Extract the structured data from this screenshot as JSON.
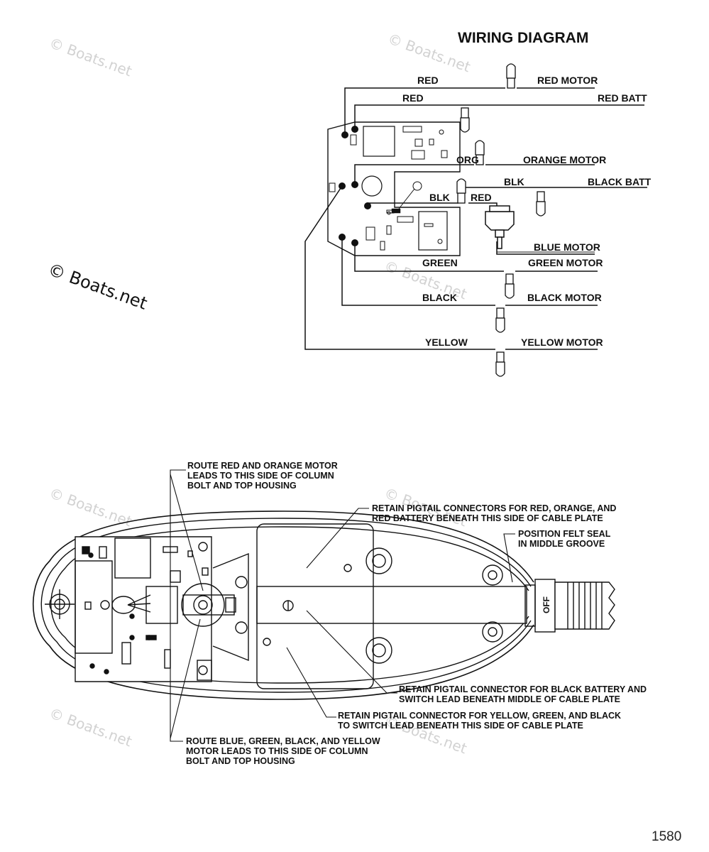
{
  "title": "WIRING DIAGRAM",
  "page_number": "1580",
  "watermark": "© Boats.net",
  "wires": {
    "red_top": "RED",
    "red_motor": "RED MOTOR",
    "red_second": "RED",
    "red_batt": "RED BATT",
    "org": "ORG",
    "orange_motor": "ORANGE MOTOR",
    "blk_upper": "BLK",
    "black_batt": "BLACK BATT",
    "blk_lower": "BLK",
    "red_lower": "RED",
    "blue_motor": "BLUE MOTOR",
    "green": "GREEN",
    "green_motor": "GREEN MOTOR",
    "black": "BLACK",
    "black_motor": "BLACK MOTOR",
    "yellow": "YELLOW",
    "yellow_motor": "YELLOW MOTOR"
  },
  "switch_label": "OFF",
  "notes": {
    "route_red": [
      "ROUTE RED AND ORANGE MOTOR",
      "LEADS TO THIS SIDE OF COLUMN",
      "BOLT AND TOP HOUSING"
    ],
    "retain_red": [
      "RETAIN PIGTAIL CONNECTORS FOR  RED, ORANGE, AND",
      "RED BATTERY BENEATH THIS SIDE OF CABLE PLATE"
    ],
    "felt_seal": [
      "POSITION FELT SEAL",
      "IN MIDDLE GROOVE"
    ],
    "retain_black": [
      "RETAIN PIGTAIL CONNECTOR FOR BLACK BATTERY AND",
      "SWITCH LEAD BENEATH MIDDLE OF CABLE PLATE"
    ],
    "retain_yellow": [
      "RETAIN PIGTAIL CONNECTOR FOR YELLOW, GREEN, AND BLACK",
      "TO SWITCH LEAD BENEATH THIS SIDE OF CABLE PLATE"
    ],
    "route_blue": [
      "ROUTE BLUE, GREEN, BLACK, AND YELLOW",
      "MOTOR LEADS TO THIS SIDE OF COLUMN",
      "BOLT AND TOP HOUSING"
    ]
  }
}
